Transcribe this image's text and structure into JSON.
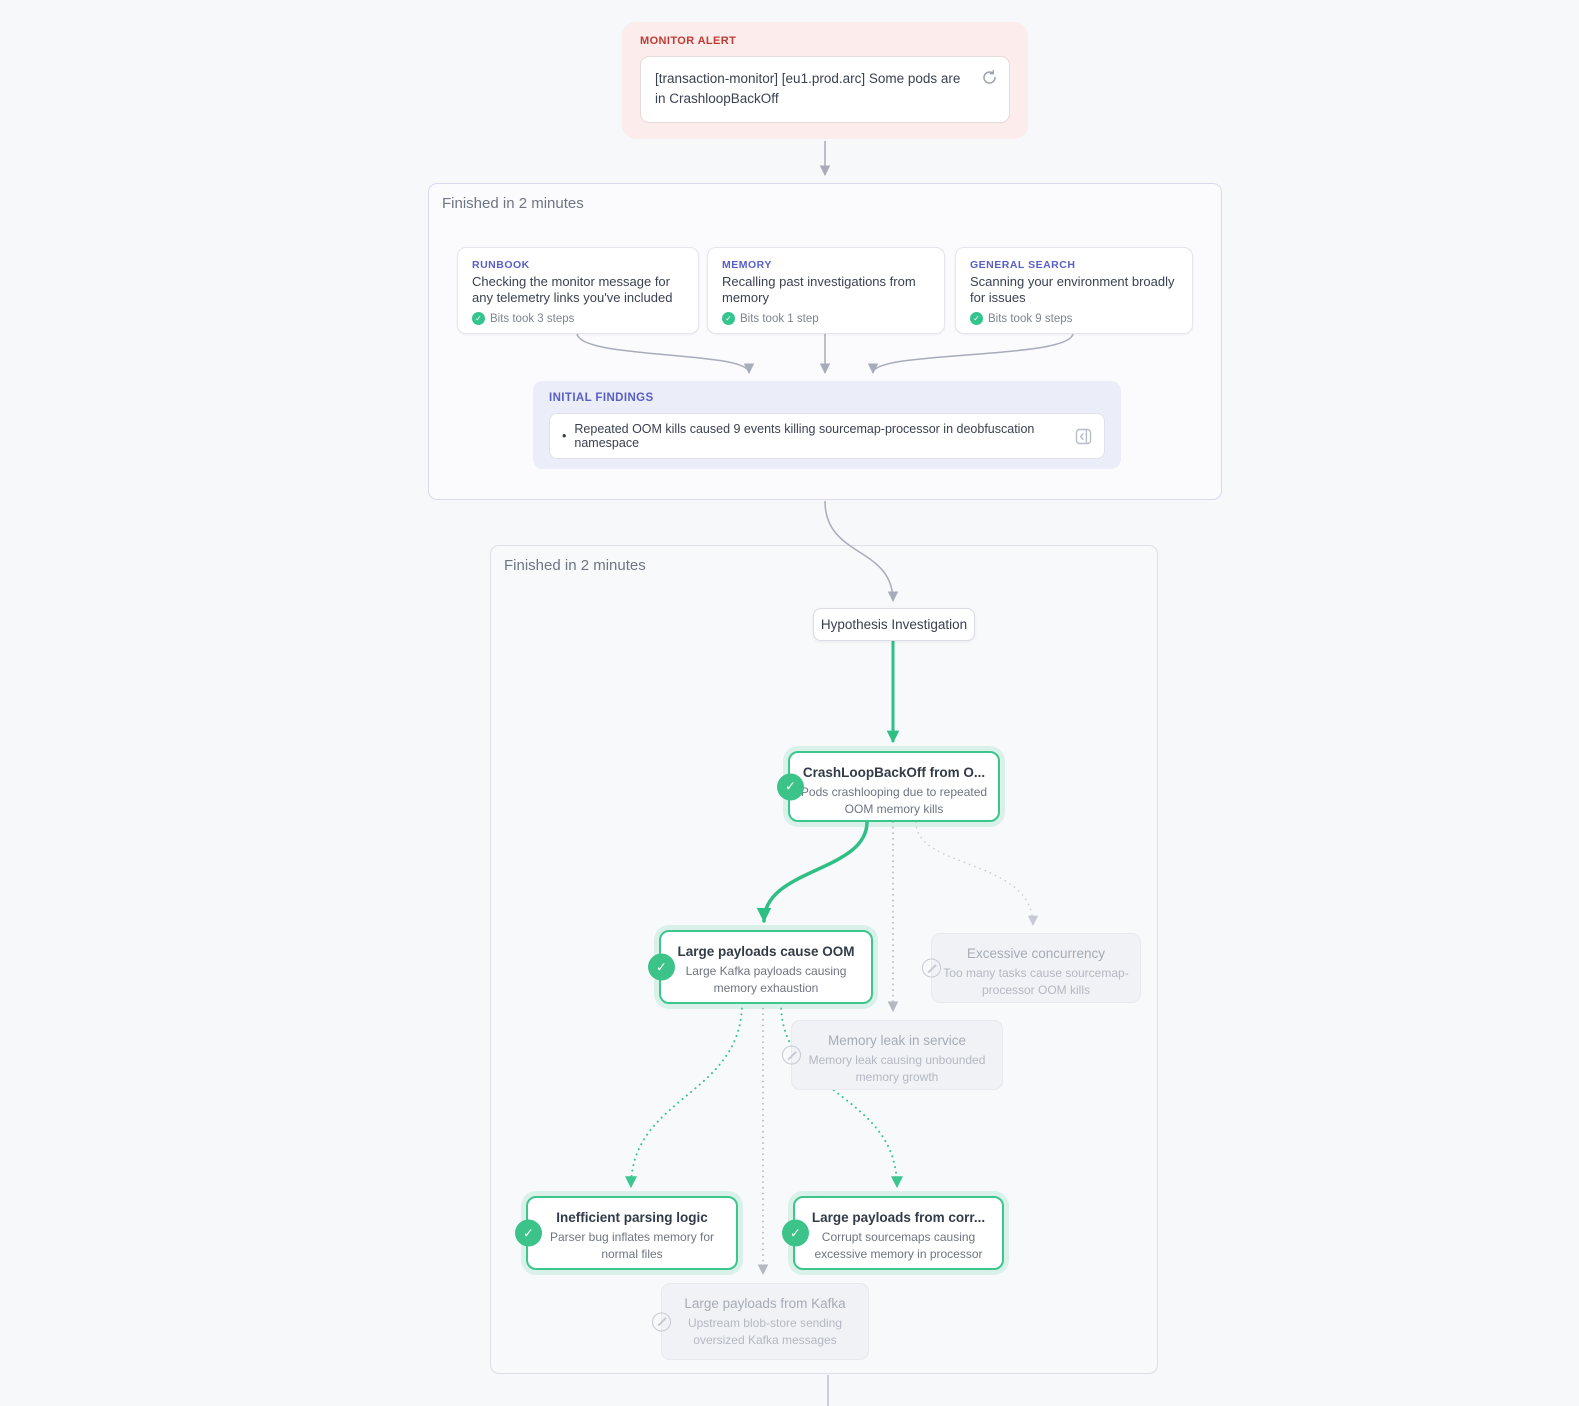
{
  "icons": {
    "check": "✓"
  },
  "colors": {
    "accent_green": "#3cc68e",
    "accent_indigo": "#585fc7",
    "alert_red": "#bd3b35"
  },
  "alert": {
    "label": "MONITOR ALERT",
    "message": "[transaction-monitor] [eu1.prod.arc] Some pods are in CrashloopBackOff"
  },
  "phase1": {
    "header": "Finished in 2 minutes",
    "steps": [
      {
        "category": "RUNBOOK",
        "title": "Checking the monitor message for any telemetry links you've included",
        "status": "Bits took 3 steps"
      },
      {
        "category": "MEMORY",
        "title": "Recalling past investigations from memory",
        "status": "Bits took 1 step"
      },
      {
        "category": "GENERAL SEARCH",
        "title": "Scanning your environment broadly for issues",
        "status": "Bits took 9 steps"
      }
    ],
    "findings": {
      "label": "INITIAL FINDINGS",
      "bullet": "•",
      "items": [
        {
          "text": "Repeated OOM kills caused 9 events killing sourcemap-processor in deobfuscation namespace"
        }
      ]
    }
  },
  "phase2": {
    "header": "Finished in 2 minutes",
    "root": "Hypothesis Investigation",
    "nodes": [
      {
        "title": "CrashLoopBackOff from O...",
        "description": "Pods crashlooping due to repeated OOM memory kills",
        "state": "confirmed"
      },
      {
        "title": "Large payloads cause OOM",
        "description": "Large Kafka payloads causing memory exhaustion",
        "state": "confirmed"
      },
      {
        "title": "Excessive concurrency",
        "description": "Too many tasks cause sourcemap-processor OOM kills",
        "state": "rejected"
      },
      {
        "title": "Memory leak in service",
        "description": "Memory leak causing unbounded memory growth",
        "state": "rejected"
      },
      {
        "title": "Inefficient parsing logic",
        "description": "Parser bug inflates memory for normal files",
        "state": "confirmed"
      },
      {
        "title": "Large payloads from corr...",
        "description": "Corrupt sourcemaps causing excessive memory in processor",
        "state": "confirmed"
      },
      {
        "title": "Large payloads from Kafka",
        "description": "Upstream blob-store sending oversized Kafka messages",
        "state": "rejected"
      }
    ]
  }
}
